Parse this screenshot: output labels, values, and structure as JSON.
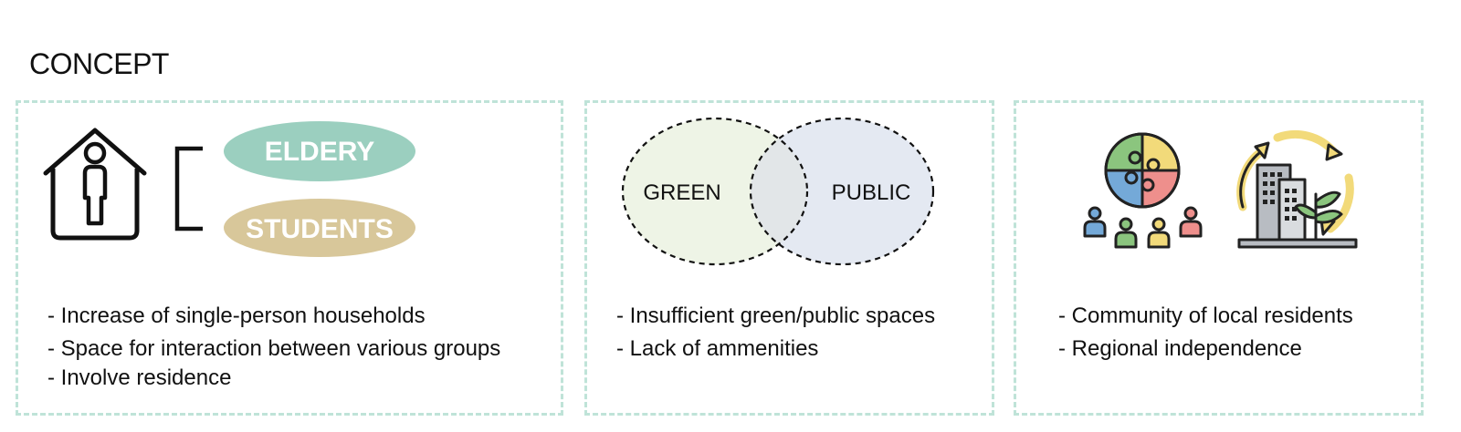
{
  "title": "CONCEPT",
  "panel_1": {
    "tags": [
      "ELDERY",
      "STUDENTS"
    ],
    "bullets": [
      "- Increase of single-person households",
      "- Space for interaction between various groups",
      "- Involve residence"
    ],
    "icon": "house-person-icon"
  },
  "panel_2": {
    "venn_left": "GREEN",
    "venn_right": "PUBLIC",
    "bullets": [
      "- Insufficient green/public spaces",
      "- Lack of ammenities"
    ]
  },
  "panel_3": {
    "icons": [
      "community-puzzle-icon",
      "sustainable-building-icon"
    ],
    "bullets": [
      "- Community of local residents",
      "- Regional independence"
    ]
  },
  "colors": {
    "dashed_border": "#bfe3d8",
    "eldery_pill": "#9bcfbf",
    "students_pill": "#d8c79a",
    "venn_green": "#eef4e6",
    "venn_public": "#e4e9f2",
    "venn_overlap": "#e2e6e8",
    "puzzle_green": "#8bc57e",
    "puzzle_yellow": "#f2da7a",
    "puzzle_blue": "#74a9d8",
    "puzzle_red": "#ee8f8c"
  }
}
